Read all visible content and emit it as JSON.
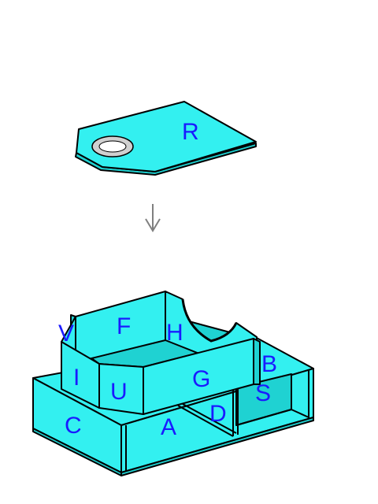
{
  "colors": {
    "face": "#33f0f0",
    "shade": "#1fd2d2",
    "label": "#1a1aff",
    "hole": "#d0d0d0",
    "arrow": "#808080"
  },
  "labels": {
    "R": "R",
    "F": "F",
    "H": "H",
    "V": "V",
    "I": "I",
    "U": "U",
    "G": "G",
    "B": "B",
    "S": "S",
    "C": "C",
    "A": "A",
    "D": "D"
  },
  "arrow_glyph": "↓"
}
